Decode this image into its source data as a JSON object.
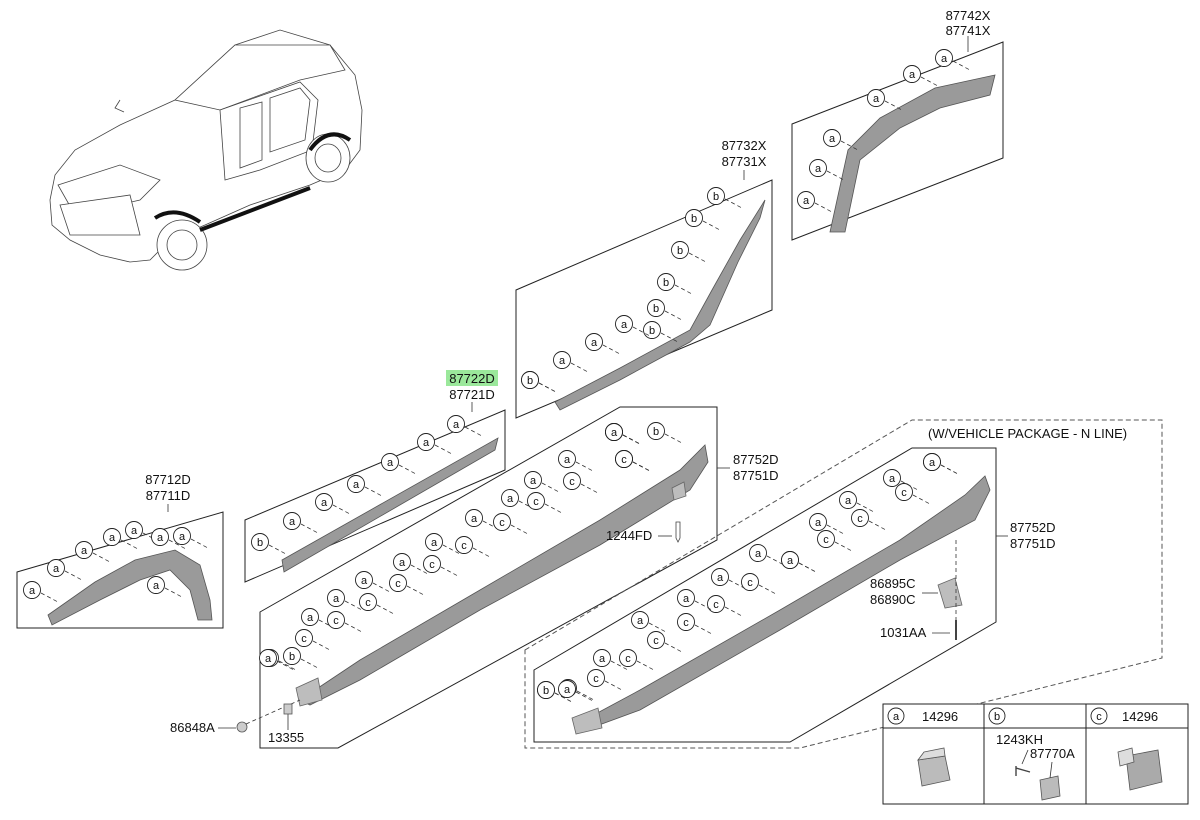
{
  "part_labels": {
    "p87742X": "87742X",
    "p87741X": "87741X",
    "p87732X": "87732X",
    "p87731X": "87731X",
    "p87722D": "87722D",
    "p87721D": "87721D",
    "p87712D": "87712D",
    "p87711D": "87711D",
    "p87752D_a": "87752D",
    "p87751D_a": "87751D",
    "p87752D_b": "87752D",
    "p87751D_b": "87751D",
    "p1244FD": "1244FD",
    "p86895C": "86895C",
    "p86890C": "86890C",
    "p1031AA": "1031AA",
    "p86848A": "86848A",
    "p13355": "13355"
  },
  "highlight_color": "#9be89b",
  "package_note": "(W/VEHICLE PACKAGE - N LINE)",
  "legend": {
    "a_letter": "a",
    "a_part": "14296",
    "b_letter": "b",
    "b_part1": "1243KH",
    "b_part2": "87770A",
    "c_letter": "c",
    "c_part": "14296"
  },
  "callouts": {
    "wheel_arch_front": [
      "a",
      "a",
      "a",
      "a",
      "a",
      "a",
      "a",
      "a"
    ],
    "rear_arch_upper": [
      "a",
      "a",
      "a",
      "a",
      "a",
      "a"
    ],
    "rear_arch_lower": [
      "b",
      "b",
      "b",
      "b",
      "b",
      "b",
      "a",
      "a",
      "a",
      "a",
      "b"
    ],
    "door_strip": [
      "a",
      "a",
      "a",
      "a",
      "a",
      "a",
      "b"
    ],
    "side_sill": [
      "a",
      "b",
      "a",
      "a",
      "c",
      "a",
      "c",
      "a",
      "c",
      "a",
      "c",
      "a",
      "c",
      "a",
      "c",
      "a",
      "c",
      "a",
      "c",
      "a",
      "c",
      "a",
      "c",
      "a",
      "c",
      "a",
      "c",
      "a",
      "b"
    ],
    "side_sill_nline": [
      "b",
      "c",
      "a",
      "c",
      "a",
      "c",
      "a",
      "c",
      "a",
      "c",
      "a",
      "c",
      "a",
      "c",
      "a",
      "c",
      "a",
      "c",
      "a",
      "c",
      "a",
      "c",
      "a",
      "b",
      "a"
    ]
  }
}
